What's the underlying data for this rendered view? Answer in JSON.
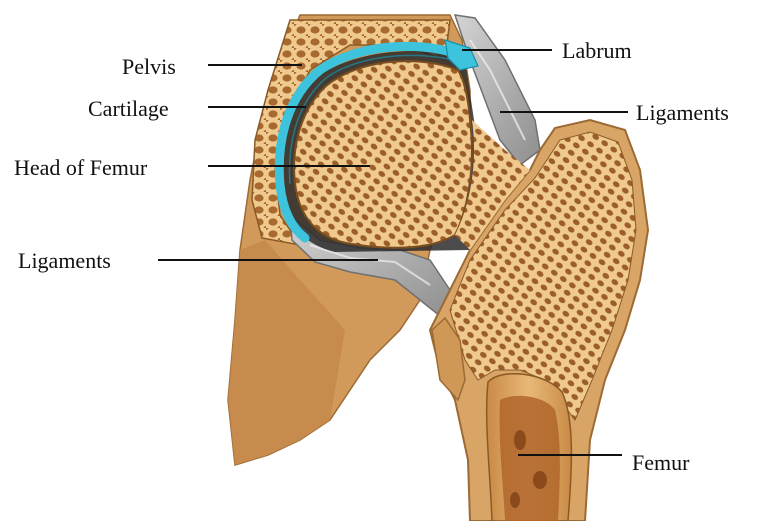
{
  "labels": {
    "pelvis": "Pelvis",
    "cartilage": "Cartilage",
    "head_of_femur": "Head of Femur",
    "ligaments_lower": "Ligaments",
    "labrum": "Labrum",
    "ligaments_upper": "Ligaments",
    "femur": "Femur"
  },
  "colors": {
    "bone_outer": "#d9a566",
    "bone_inner": "#efc98e",
    "spongy_pores": "#a8692e",
    "cartilage": "#3ec3dc",
    "ligament": "#b7b7b7",
    "marrow": "#b0652c"
  }
}
